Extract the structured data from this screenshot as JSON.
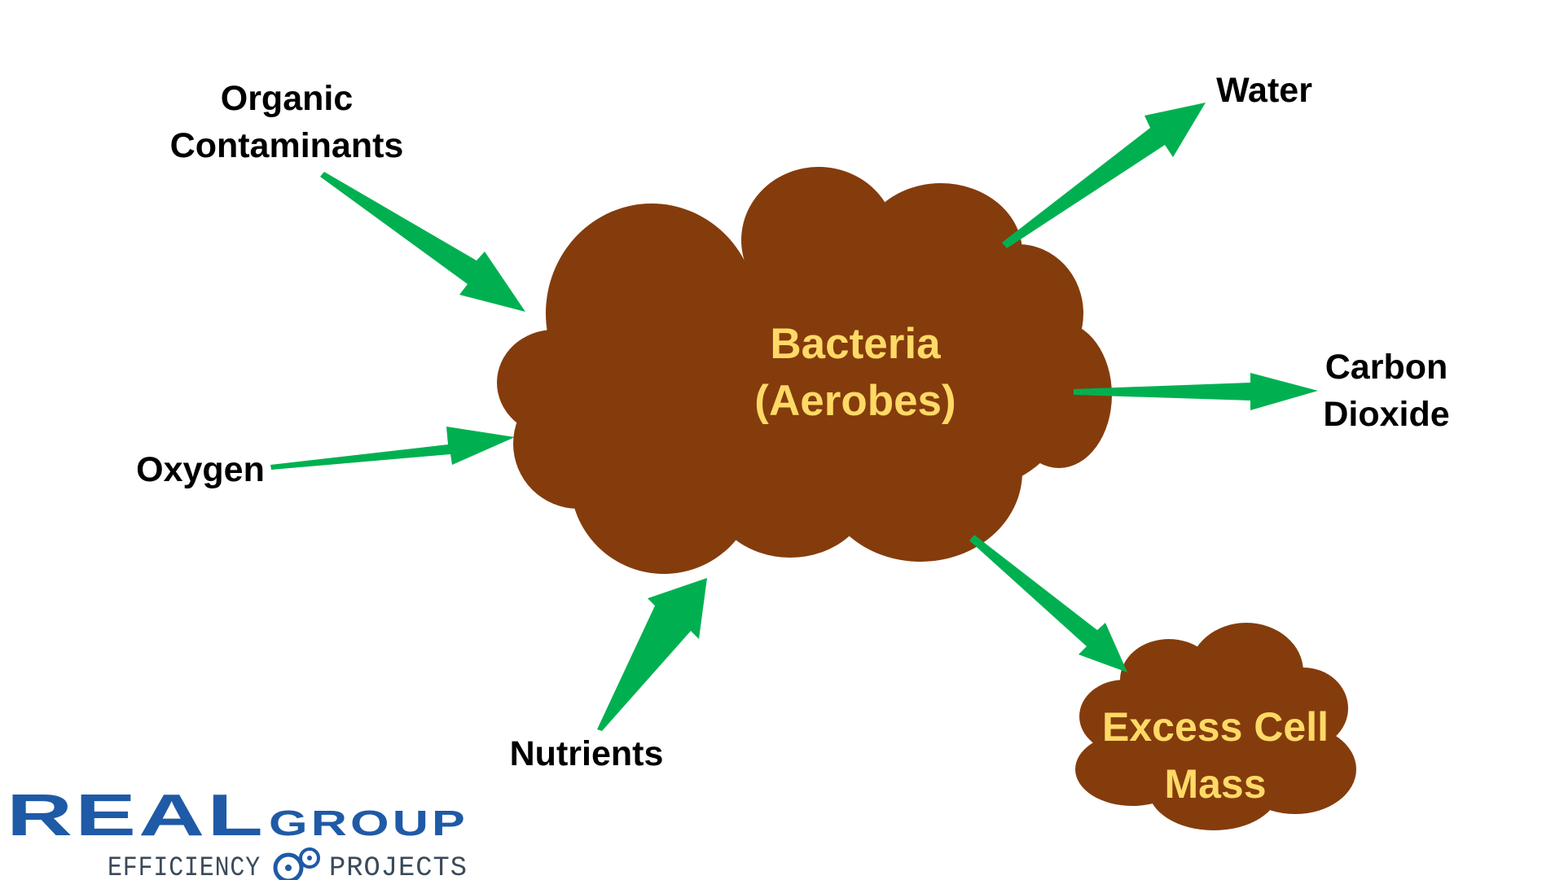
{
  "colors": {
    "cloud": "#843c0c",
    "cloud_text": "#ffd966",
    "arrow": "#00b050",
    "label_text": "#000000",
    "logo_blue": "#1f5aa6",
    "logo_text": "#3a4a5a"
  },
  "center": {
    "line1": "Bacteria",
    "line2": "(Aerobes)"
  },
  "inputs": {
    "organic_line1": "Organic",
    "organic_line2": "Contaminants",
    "oxygen": "Oxygen",
    "nutrients": "Nutrients"
  },
  "outputs": {
    "water": "Water",
    "co2_line1": "Carbon",
    "co2_line2": "Dioxide",
    "excess_line1": "Excess Cell",
    "excess_line2": "Mass"
  },
  "logo": {
    "real": "REAL",
    "group": "GROUP",
    "efficiency": "EFFICIENCY",
    "projects": "PROJECTS",
    "icon": "gears-icon"
  }
}
